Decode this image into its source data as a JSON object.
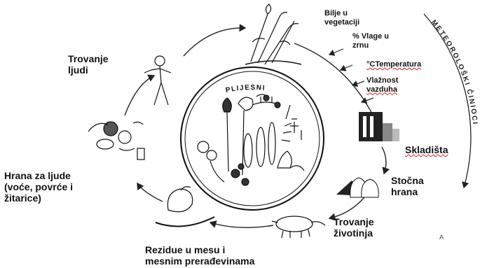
{
  "center": {
    "label": "PLIJESNI"
  },
  "arc": {
    "label": "METEOROLOŠKI ČINIOCI"
  },
  "nodes": {
    "bilje": {
      "line1": "Bilje u",
      "line2": "vegetaciji"
    },
    "vlaga": {
      "line1": "% Vlage u",
      "line2": "zrnu"
    },
    "temperatura": {
      "text": "°CTemperatura"
    },
    "vlaznost": {
      "line1": "Vlažnost",
      "line2": "vazduha"
    },
    "skladista": {
      "text": "Skladišta"
    },
    "stocna": {
      "line1": "Stočna",
      "line2": "hrana"
    },
    "trovanje_zivotinja": {
      "line1": "Trovanje",
      "line2": "životinja"
    },
    "rezidue": {
      "line1": "Rezidue u mesu i",
      "line2": "mesnim prerađevinama"
    },
    "hrana_ljudi": {
      "line1": "Hrana za ljude",
      "line2": "(voće, povrće i",
      "line3": "žitarice)"
    },
    "trovanje_ljudi": {
      "line1": "Trovanje",
      "line2": "ljudi"
    }
  },
  "corner_mark": "A"
}
